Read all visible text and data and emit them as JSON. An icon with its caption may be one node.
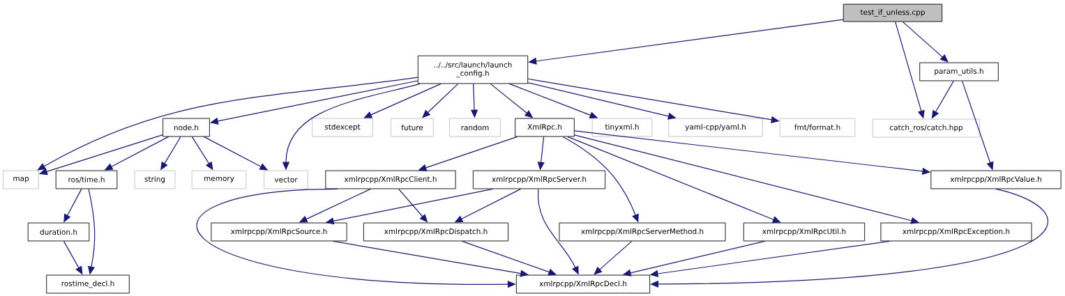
{
  "diagram": {
    "nodes": [
      {
        "text": [
          "test_if_unless.cpp"
        ]
      },
      {
        "text": [
          "../../src/launch/launch _config.h"
        ]
      },
      {
        "text": [
          "param_utils.h"
        ]
      },
      {
        "text": [
          "node.h"
        ]
      },
      {
        "text": [
          "stdexcept"
        ]
      },
      {
        "text": [
          "future"
        ]
      },
      {
        "text": [
          "random"
        ]
      },
      {
        "text": [
          "XmlRpc.h"
        ]
      },
      {
        "text": [
          "tinyxml.h"
        ]
      },
      {
        "text": [
          "yaml-cpp/yaml.h"
        ]
      },
      {
        "text": [
          "fmt/format.h"
        ]
      },
      {
        "text": [
          "catch_ros/catch.hpp"
        ]
      },
      {
        "text": [
          "map"
        ]
      },
      {
        "text": [
          "ros/time.h"
        ]
      },
      {
        "text": [
          "string"
        ]
      },
      {
        "text": [
          "memory"
        ]
      },
      {
        "text": [
          "vector"
        ]
      },
      {
        "text": [
          "xmlrpcpp/XmlRpcClient.h"
        ]
      },
      {
        "text": [
          "xmlrpcpp/XmlRpcServer.h"
        ]
      },
      {
        "text": [
          "xmlrpcpp/XmlRpcValue.h"
        ]
      },
      {
        "text": [
          "duration.h"
        ]
      },
      {
        "text": [
          "xmlrpcpp/XmlRpcSource.h"
        ]
      },
      {
        "text": [
          "xmlrpcpp/XmlRpcDispatch.h"
        ]
      },
      {
        "text": [
          "xmlrpcpp/XmlRpcServerMethod.h"
        ]
      },
      {
        "text": [
          "xmlrpcpp/XmlRpcUtil.h"
        ]
      },
      {
        "text": [
          "xmlrpcpp/XmlRpcException.h"
        ]
      },
      {
        "text": [
          "rostime_decl.h"
        ]
      },
      {
        "text": [
          "xmlrpcpp/XmlRpcDecl.h"
        ]
      }
    ],
    "edges": [
      {
        "from": 0,
        "to": 1,
        "arrow": "to"
      },
      {
        "from": 0,
        "to": 11,
        "arrow": "to"
      },
      {
        "from": 0,
        "to": 2,
        "arrow": "to"
      },
      {
        "from": 2,
        "to": 11,
        "arrow": "to"
      },
      {
        "from": 2,
        "to": 19,
        "arrow": "to"
      },
      {
        "from": 1,
        "to": 12,
        "arrow": "to"
      },
      {
        "from": 1,
        "to": 3,
        "arrow": "to"
      },
      {
        "from": 1,
        "to": 16,
        "arrow": "to"
      },
      {
        "from": 1,
        "to": 4,
        "arrow": "to"
      },
      {
        "from": 1,
        "to": 5,
        "arrow": "to"
      },
      {
        "from": 1,
        "to": 6,
        "arrow": "to"
      },
      {
        "from": 1,
        "to": 7,
        "arrow": "to"
      },
      {
        "from": 1,
        "to": 8,
        "arrow": "to"
      },
      {
        "from": 1,
        "to": 9,
        "arrow": "to"
      },
      {
        "from": 1,
        "to": 10,
        "arrow": "to"
      },
      {
        "from": 3,
        "to": 12,
        "arrow": "to"
      },
      {
        "from": 3,
        "to": 13,
        "arrow": "to"
      },
      {
        "from": 3,
        "to": 14,
        "arrow": "to"
      },
      {
        "from": 3,
        "to": 15,
        "arrow": "to"
      },
      {
        "from": 3,
        "to": 16,
        "arrow": "to"
      },
      {
        "from": 13,
        "to": 20,
        "arrow": "to"
      },
      {
        "from": 13,
        "to": 26,
        "arrow": "to"
      },
      {
        "from": 20,
        "to": 26,
        "arrow": "to"
      },
      {
        "from": 7,
        "to": 17,
        "arrow": "to"
      },
      {
        "from": 7,
        "to": 18,
        "arrow": "to"
      },
      {
        "from": 7,
        "to": 23,
        "arrow": "to"
      },
      {
        "from": 7,
        "to": 24,
        "arrow": "to"
      },
      {
        "from": 7,
        "to": 25,
        "arrow": "to"
      },
      {
        "from": 7,
        "to": 19,
        "arrow": "to"
      },
      {
        "from": 17,
        "to": 21,
        "arrow": "to"
      },
      {
        "from": 17,
        "to": 22,
        "arrow": "to"
      },
      {
        "from": 17,
        "to": 27,
        "arrow": "to"
      },
      {
        "from": 18,
        "to": 21,
        "arrow": "to"
      },
      {
        "from": 18,
        "to": 22,
        "arrow": "to"
      },
      {
        "from": 18,
        "to": 27,
        "arrow": "to"
      },
      {
        "from": 21,
        "to": 27,
        "arrow": "to"
      },
      {
        "from": 22,
        "to": 27,
        "arrow": "to"
      },
      {
        "from": 23,
        "to": 27,
        "arrow": "to"
      },
      {
        "from": 24,
        "to": 27,
        "arrow": "to"
      },
      {
        "from": 25,
        "to": 27,
        "arrow": "to"
      },
      {
        "from": 19,
        "to": 27,
        "arrow": "to"
      }
    ]
  }
}
